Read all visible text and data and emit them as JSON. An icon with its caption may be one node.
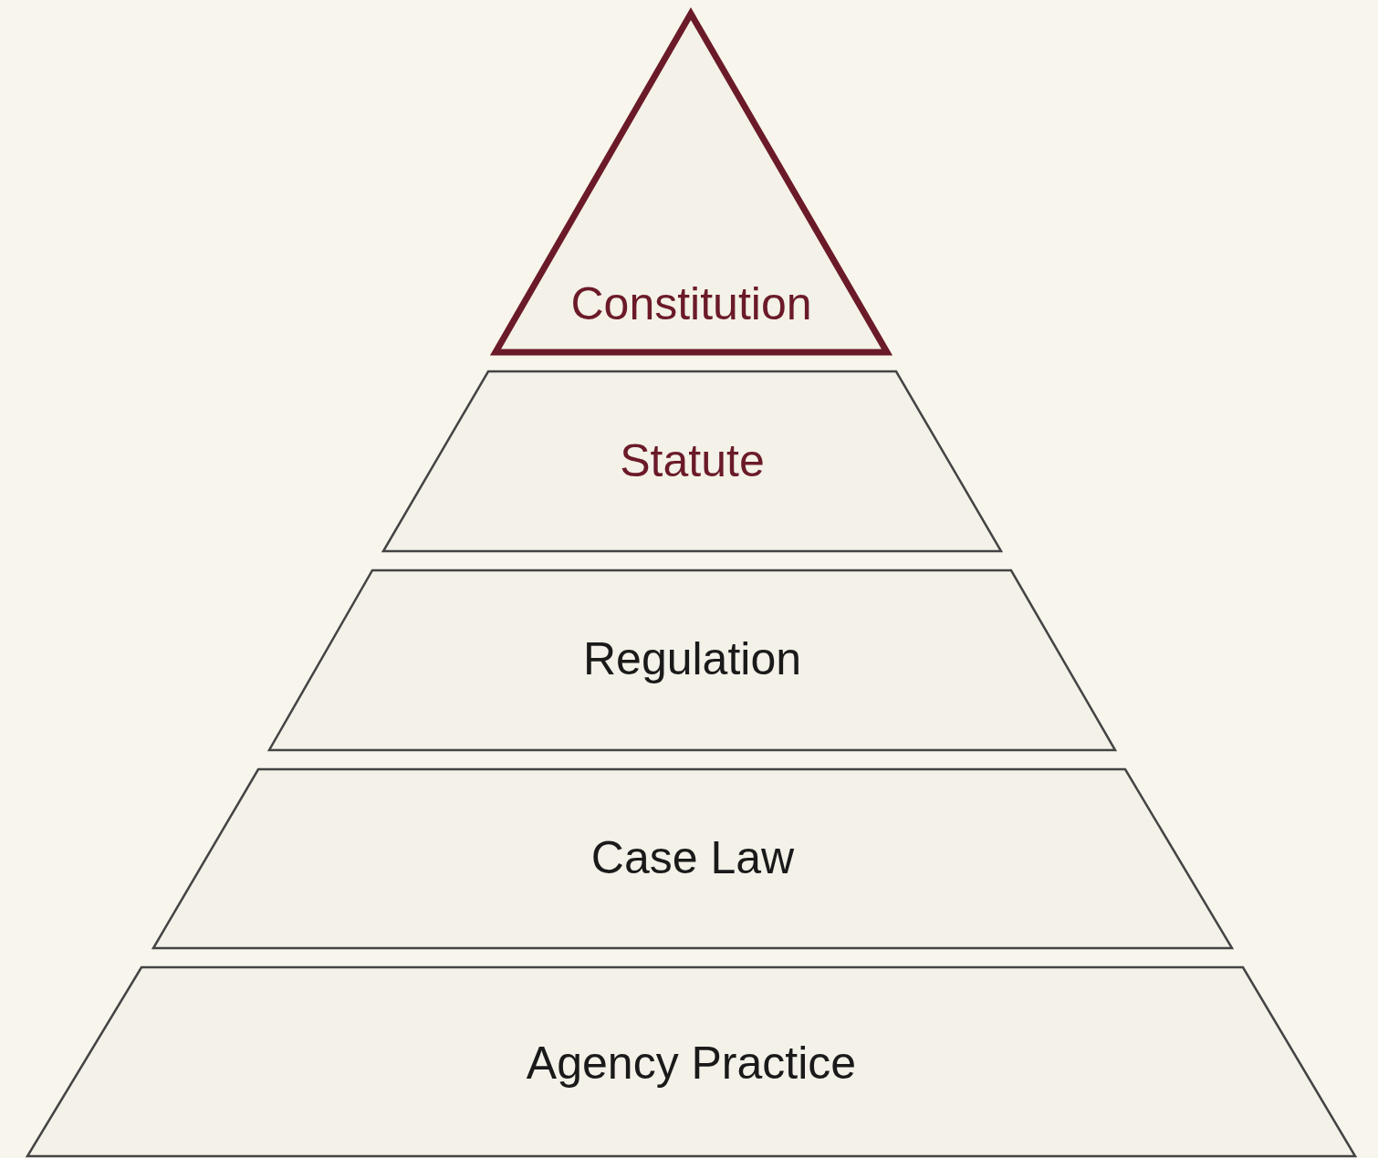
{
  "diagram": {
    "nodes": [
      {
        "text": [
          "Constitution"
        ]
      },
      {
        "text": [
          "Statute"
        ]
      },
      {
        "text": [
          "Regulation"
        ]
      },
      {
        "text": [
          "Case Law"
        ]
      },
      {
        "text": [
          "Agency Practice"
        ]
      }
    ]
  }
}
